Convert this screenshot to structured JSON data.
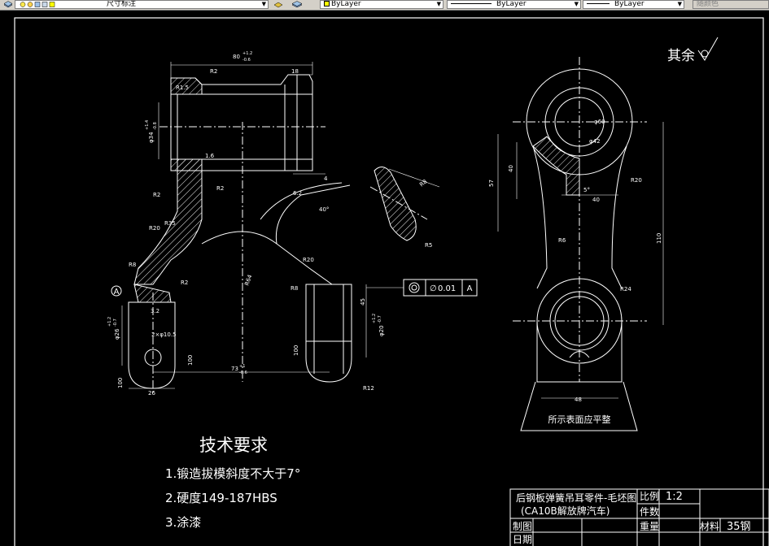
{
  "toolbar": {
    "dimstyle": "尺寸标注",
    "color": "ByLayer",
    "linetype": "ByLayer",
    "lineweight": "ByLayer",
    "plotstyle": "随颜色"
  },
  "drawing": {
    "surface_note": "其余",
    "tech_title": "技术要求",
    "tech_items": [
      "1.锻造拔模斜度不大于7°",
      "2.硬度149-187HBS",
      "3.涂漆"
    ],
    "side_note": "所示表面应平整",
    "datum": "A",
    "tolerance_value": "0.01",
    "tolerance_datum": "A",
    "dims": {
      "top_width": "80",
      "top_width_tol_up": "+1.2",
      "top_width_tol_dn": "-0.6",
      "r2_top": "R2",
      "d18": "18",
      "r15": "R1.5",
      "bore_dia": "φ34",
      "bore_tol_up": "+1.4",
      "bore_tol_dn": "-0.8",
      "r16": "1.6",
      "r2a": "R2",
      "r2b": "R2",
      "r20a": "R20",
      "r35": "R35",
      "r8": "R8",
      "r2c": "R2",
      "r32": "3.2",
      "r64": "R64",
      "d4": "4",
      "d62": "6.2",
      "ang40": "40°",
      "r20b": "R20",
      "r8b": "R8",
      "r8c": "R8",
      "r5": "R5",
      "h26": "φ26",
      "h26_tol_up": "+1.2",
      "h26_tol_dn": "-0.7",
      "hole2": "2×φ10.5",
      "w26": "26",
      "span73": "73",
      "span73_tol_up": "+1",
      "span73_tol_dn": "-0.6",
      "h20": "φ20",
      "h20_tol_up": "+1.2",
      "h20_tol_dn": "-0.7",
      "d45": "45",
      "d100a": "100",
      "d100b": "100",
      "d100c": "100",
      "r12": "R12",
      "sv_d60": "φ60",
      "sv_d42": "φ42",
      "sv_57": "57",
      "sv_40": "40",
      "sv_5": "5°",
      "sv_40b": "40",
      "sv_r20": "R20",
      "sv_r6": "R6",
      "sv_110": "110",
      "sv_r24": "R24",
      "sv_48": "48"
    }
  },
  "title_block": {
    "part_name": "后钢板弹簧吊耳零件-毛坯图",
    "vehicle": "(CA10B解放牌汽车)",
    "scale_label": "比例",
    "scale_value": "1:2",
    "qty_label": "件数",
    "drawn_label": "制图",
    "weight_label": "重量",
    "material_label": "材料",
    "material_value": "35钢",
    "date_label": "日期"
  },
  "colors": {
    "background": "#000000",
    "lines": "#ffffff",
    "toolbar": "#d4d0c8",
    "yellow_swatch": "#ffff00"
  }
}
